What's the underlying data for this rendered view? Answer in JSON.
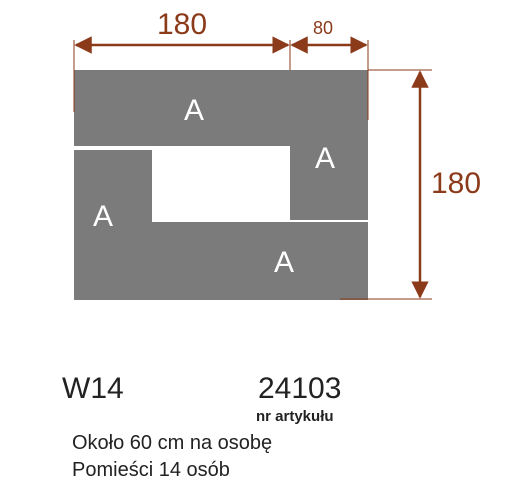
{
  "dimensions": {
    "top_width": "180",
    "top_right_width": "80",
    "right_height": "180"
  },
  "segments": {
    "top": "A",
    "right": "A",
    "left": "A",
    "bottom": "A"
  },
  "colors": {
    "segment_fill": "#7b7b7b",
    "dimension_color": "#8b3a1a",
    "text_color": "#222222"
  },
  "info": {
    "model": "W14",
    "article_number": "24103",
    "article_label": "nr artykułu",
    "line1": "Około 60 cm na osobę",
    "line2": "Pomieści  14 osób"
  }
}
